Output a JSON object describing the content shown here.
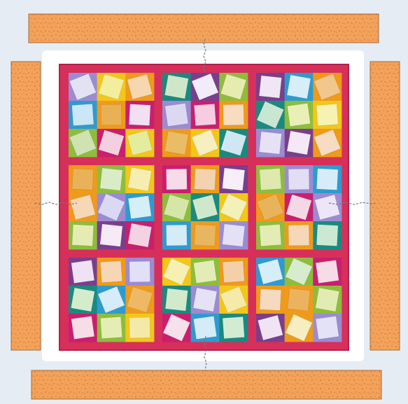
{
  "colors": {
    "background": "#e6ecf4",
    "sashing": "#d6305a",
    "sashing_edge": "#b5204a",
    "border_fabric": "#f2a25a",
    "border_speckle": "#e07e35",
    "border_edge": "#a46a3a",
    "frame_white": "#ffffff",
    "join_line": "#777777"
  },
  "palette": {
    "P": "#7a3f8c",
    "L": "#9c8bd2",
    "B": "#2e9bd0",
    "T": "#1a8a80",
    "G": "#8ebd3b",
    "Y": "#f3c71a",
    "O": "#ef9a1b",
    "M": "#c91f6f",
    "W": "#f8f2e8"
  },
  "blocks": [
    {
      "cells": [
        [
          "L",
          "Y",
          "O"
        ],
        [
          "B",
          "O",
          "M"
        ],
        [
          "G",
          "M",
          "Y"
        ]
      ],
      "inner": [
        [
          "#e2e2f3",
          "#f2ee9e",
          "#f6d7b0"
        ],
        [
          "#cbe6f6",
          "#e8b155",
          "#f2dff1"
        ],
        [
          "#cfe2b2",
          "#f3cfe0",
          "#e4ec9e"
        ]
      ]
    },
    {
      "cells": [
        [
          "T",
          "P",
          "G"
        ],
        [
          "L",
          "M",
          "O"
        ],
        [
          "O",
          "Y",
          "T"
        ]
      ],
      "inner": [
        [
          "#cfe7c8",
          "#f2ecfa",
          "#e6ecb0"
        ],
        [
          "#dcd8f2",
          "#f7cce0",
          "#f7dcc0"
        ],
        [
          "#e8bd65",
          "#f6f0c0",
          "#cfe7f2"
        ]
      ]
    },
    {
      "cells": [
        [
          "P",
          "B",
          "O"
        ],
        [
          "T",
          "G",
          "Y"
        ],
        [
          "L",
          "P",
          "O"
        ]
      ],
      "inner": [
        [
          "#f0e6f4",
          "#d6eef8",
          "#f1c78e"
        ],
        [
          "#c9e6d2",
          "#e8f0b8",
          "#f6f2b2"
        ],
        [
          "#e6e2f6",
          "#f4e8f6",
          "#f6dcc2"
        ]
      ]
    },
    {
      "cells": [
        [
          "O",
          "G",
          "Y"
        ],
        [
          "O",
          "L",
          "B"
        ],
        [
          "G",
          "P",
          "M"
        ]
      ],
      "inner": [
        [
          "#e9b159",
          "#d9ecc6",
          "#f6eeb0"
        ],
        [
          "#f7d8b6",
          "#dad8f2",
          "#d6eef8"
        ],
        [
          "#e4ecb2",
          "#f6eaf6",
          "#f3d2e4"
        ]
      ]
    },
    {
      "cells": [
        [
          "M",
          "O",
          "P"
        ],
        [
          "G",
          "T",
          "Y"
        ],
        [
          "B",
          "O",
          "L"
        ]
      ],
      "inner": [
        [
          "#f6dbe8",
          "#f3d2b0",
          "#f6eef8"
        ],
        [
          "#d6e6a8",
          "#cfe8cc",
          "#f4f0ba"
        ],
        [
          "#d3ecf8",
          "#e9b660",
          "#e4e0f6"
        ]
      ]
    },
    {
      "cells": [
        [
          "G",
          "L",
          "B"
        ],
        [
          "O",
          "M",
          "L"
        ],
        [
          "G",
          "O",
          "T"
        ]
      ],
      "inner": [
        [
          "#dde9ae",
          "#e2dff4",
          "#d6ecf8"
        ],
        [
          "#e8b35a",
          "#f4d8e6",
          "#ece6f8"
        ],
        [
          "#e2ecb4",
          "#f4d8b8",
          "#cde8d2"
        ]
      ]
    },
    {
      "cells": [
        [
          "P",
          "O",
          "L"
        ],
        [
          "T",
          "B",
          "O"
        ],
        [
          "M",
          "G",
          "Y"
        ]
      ],
      "inner": [
        [
          "#efe2f4",
          "#f7d6b6",
          "#e2e0f6"
        ],
        [
          "#d2eccc",
          "#d6ecf8",
          "#eeb864"
        ],
        [
          "#f6dde6",
          "#e4eeb4",
          "#f4eaa8"
        ]
      ]
    },
    {
      "cells": [
        [
          "Y",
          "G",
          "O"
        ],
        [
          "T",
          "L",
          "Y"
        ],
        [
          "M",
          "B",
          "T"
        ]
      ],
      "inner": [
        [
          "#f6f0b2",
          "#e2ecb6",
          "#f4d0aa"
        ],
        [
          "#d0eacb",
          "#e6e2f6",
          "#f6eaa8"
        ],
        [
          "#f6e0ea",
          "#d3ecf8",
          "#d2ecd4"
        ]
      ]
    },
    {
      "cells": [
        [
          "B",
          "G",
          "M"
        ],
        [
          "O",
          "O",
          "G"
        ],
        [
          "P",
          "O",
          "L"
        ]
      ],
      "inner": [
        [
          "#d6eef8",
          "#d6eccc",
          "#f6dce6"
        ],
        [
          "#f6dac0",
          "#ebb35e",
          "#e2ecb2"
        ],
        [
          "#f0e4f4",
          "#f6eec0",
          "#e4e2f6"
        ]
      ]
    }
  ]
}
